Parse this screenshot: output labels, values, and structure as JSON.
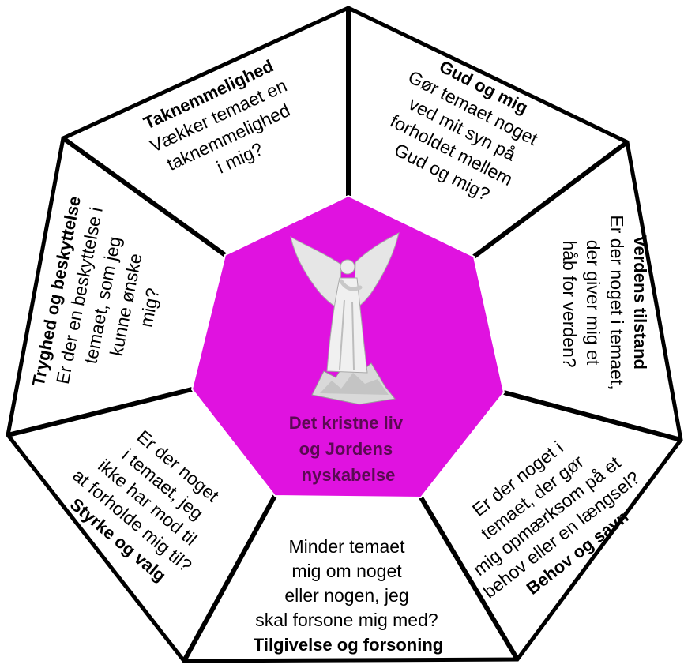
{
  "center": {
    "fill_color": "#e012e0",
    "title_lines": [
      "Det kristne liv",
      "og Jordens",
      "nyskabelse"
    ],
    "image": "angel-statue"
  },
  "segments": [
    {
      "id": "taknemmelighed",
      "title": "Taknemmelighed",
      "question_lines": [
        "Vækker temaet en",
        "taknemmelighed",
        "i mig?"
      ]
    },
    {
      "id": "gud-og-mig",
      "title": "Gud og mig",
      "question_lines": [
        "Gør temaet noget",
        "ved mit syn på",
        "forholdet mellem",
        "Gud og mig?"
      ]
    },
    {
      "id": "verdens-tilstand",
      "title": "Verdens tilstand",
      "question_lines": [
        "Er der noget i temaet,",
        "der giver mig et",
        "håb for verden?"
      ]
    },
    {
      "id": "behov-og-savn",
      "title": "Behov og savn",
      "question_lines": [
        "Er der noget i",
        "temaet, der gør",
        "mig opmærksom på et",
        "behov eller en længsel?"
      ]
    },
    {
      "id": "tilgivelse",
      "title": "Tilgivelse og forsoning",
      "question_lines": [
        "Minder temaet",
        "mig om noget",
        "eller nogen, jeg",
        "skal forsone mig med?"
      ]
    },
    {
      "id": "styrke-og-valg",
      "title": "Styrke og valg",
      "question_lines": [
        "Er der noget",
        "i temaet, jeg",
        "ikke har mod til",
        "at forholde mig til?"
      ]
    },
    {
      "id": "tryghed",
      "title": "Tryghed og beskyttelse",
      "question_lines": [
        "Er der en beskyttelse i",
        "temaet, som jeg",
        "kunne ønske",
        "mig?"
      ]
    }
  ]
}
